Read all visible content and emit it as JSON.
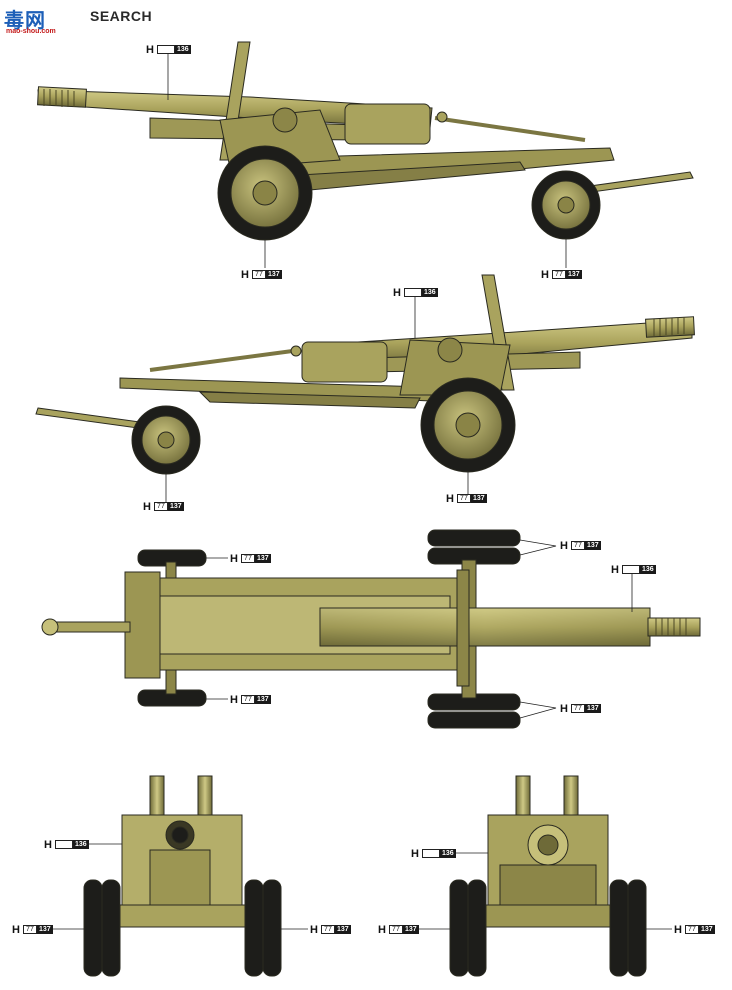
{
  "watermark": {
    "logo_cn": "毒网",
    "logo_en": "SEARCH",
    "url": "mao-shou.com"
  },
  "callouts": {
    "side1_barrel": {
      "h": "H",
      "num": "",
      "code": "136"
    },
    "side1_wheel": {
      "h": "H",
      "num": "77",
      "code": "137"
    },
    "side1_rear": {
      "h": "H",
      "num": "77",
      "code": "137"
    },
    "side2_barrel": {
      "h": "H",
      "num": "",
      "code": "136"
    },
    "side2_rear": {
      "h": "H",
      "num": "77",
      "code": "137"
    },
    "side2_wheel": {
      "h": "H",
      "num": "77",
      "code": "137"
    },
    "top_rear_wheel_top": {
      "h": "H",
      "num": "77",
      "code": "137"
    },
    "top_main_wheels_top": {
      "h": "H",
      "num": "77",
      "code": "137"
    },
    "top_barrel": {
      "h": "H",
      "num": "",
      "code": "136"
    },
    "top_rear_wheel_bottom": {
      "h": "H",
      "num": "77",
      "code": "137"
    },
    "top_main_wheels_bottom": {
      "h": "H",
      "num": "77",
      "code": "137"
    },
    "front_shield": {
      "h": "H",
      "num": "",
      "code": "136"
    },
    "front_wheel_left": {
      "h": "H",
      "num": "77",
      "code": "137"
    },
    "front_wheel_right": {
      "h": "H",
      "num": "77",
      "code": "137"
    },
    "rear_shield": {
      "h": "H",
      "num": "",
      "code": "136"
    },
    "rear_wheel_left": {
      "h": "H",
      "num": "77",
      "code": "137"
    },
    "rear_wheel_right": {
      "h": "H",
      "num": "77",
      "code": "137"
    }
  },
  "colors": {
    "olive": "#a9a35e",
    "olive_light": "#c6c07a",
    "olive_dark": "#6e6a38",
    "tire": "#1d1d1a",
    "outline": "#2a2a20"
  }
}
